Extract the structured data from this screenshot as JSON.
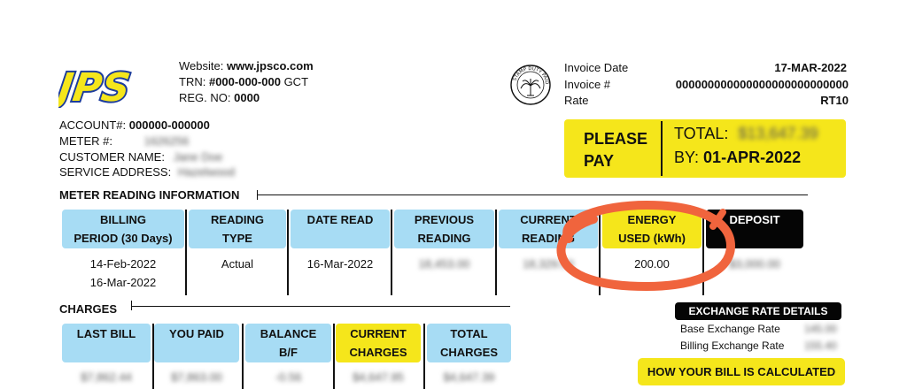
{
  "header": {
    "brand": "JPS",
    "website_label": "Website:",
    "website": "www.jpsco.com",
    "trn_label": "TRN:",
    "trn": "#000-000-000",
    "trn_suffix": "GCT",
    "reg_label": "REG. NO:",
    "reg": "0000"
  },
  "stamp": {
    "text": "STAMP DUTY PAID"
  },
  "invoice": {
    "date_label": "Invoice Date",
    "date": "17-MAR-2022",
    "number_label": "Invoice #",
    "number": "000000000000000000000000000",
    "rate_label": "Rate",
    "rate": "RT10"
  },
  "account": {
    "account_label": "ACCOUNT#:",
    "account": "000000-000000",
    "meter_label": "METER #:",
    "meter": "1626256",
    "customer_label": "CUSTOMER NAME:",
    "customer": "Jane Doe",
    "address_label": "SERVICE ADDRESS:",
    "address": "Hazelwood"
  },
  "pay_box": {
    "please": "PLEASE",
    "pay": "PAY",
    "total_label": "TOTAL:",
    "total": "$13,647.39",
    "by_label": "BY:",
    "due_date": "01-APR-2022"
  },
  "meter_section": {
    "title": "METER READING INFORMATION",
    "columns": [
      {
        "line1": "BILLING",
        "line2": "PERIOD (30 Days)"
      },
      {
        "line1": "READING",
        "line2": "TYPE"
      },
      {
        "line1": "DATE READ",
        "line2": ""
      },
      {
        "line1": "PREVIOUS",
        "line2": "READING"
      },
      {
        "line1": "CURRENT",
        "line2": "READING"
      },
      {
        "line1": "ENERGY",
        "line2": "USED (kWh)"
      },
      {
        "line1": "DEPOSIT",
        "line2": ""
      }
    ],
    "values": {
      "period_start": "14-Feb-2022",
      "period_end": "16-Mar-2022",
      "reading_type": "Actual",
      "date_read": "16-Mar-2022",
      "previous_reading": "18,453.00",
      "current_reading": "18,329.00",
      "energy_used": "200.00",
      "deposit": "$3,000.00"
    }
  },
  "charges_section": {
    "title": "CHARGES",
    "columns": [
      {
        "line1": "LAST BILL",
        "line2": ""
      },
      {
        "line1": "YOU PAID",
        "line2": ""
      },
      {
        "line1": "BALANCE",
        "line2": "B/F"
      },
      {
        "line1": "CURRENT",
        "line2": "CHARGES"
      },
      {
        "line1": "TOTAL",
        "line2": "CHARGES"
      }
    ],
    "values": [
      "$7,862.44",
      "$7,863.00",
      "-0.56",
      "$4,647.95",
      "$4,647.39"
    ]
  },
  "exchange": {
    "title": "EXCHANGE RATE DETAILS",
    "base_label": "Base Exchange Rate",
    "base_value": "145.00",
    "billing_label": "Billing Exchange Rate",
    "billing_value": "155.40"
  },
  "how_button": "HOW YOUR BILL IS CALCULATED",
  "colors": {
    "brand_blue": "#1c3c9c",
    "brand_yellow": "#f5e61b",
    "header_cyan": "#a7dcf4",
    "annotation_orange": "#f0643d"
  }
}
